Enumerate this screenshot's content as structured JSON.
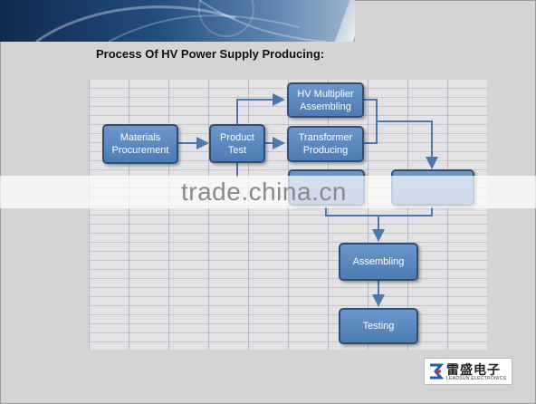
{
  "title": "Process Of HV Power Supply Producing:",
  "boxes": {
    "materials": "Materials Procurement",
    "product_test": "Product Test",
    "hv_multiplier": "HV Multiplier Assembling",
    "transformer": "Transformer Producing",
    "assembling": "Assembling",
    "testing": "Testing"
  },
  "watermark": "trade.china.cn",
  "logo": {
    "chinese": "雷盛电子",
    "english": "LEADSUN ELECTRONICS"
  },
  "colors": {
    "box_fill": "#5a88c0",
    "box_border": "#2d4f77",
    "connector": "#4a78b0"
  }
}
